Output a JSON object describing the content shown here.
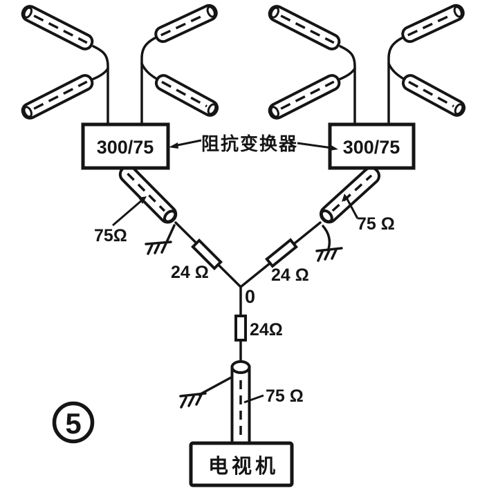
{
  "figure": {
    "number": "5"
  },
  "antennas": {
    "left_converter_label": "300/75",
    "right_converter_label": "300/75"
  },
  "annotations": {
    "impedance_converter": "阻抗变换器",
    "left_feedline": "75Ω",
    "right_feedline": "75 Ω",
    "left_matching": "24 Ω",
    "right_matching": "24 Ω",
    "center_matching": "24Ω",
    "down_feedline": "75 Ω",
    "junction": "0"
  },
  "tv": {
    "label": "电视机"
  },
  "colors": {
    "ink": "#151515",
    "background": "#ffffff"
  }
}
